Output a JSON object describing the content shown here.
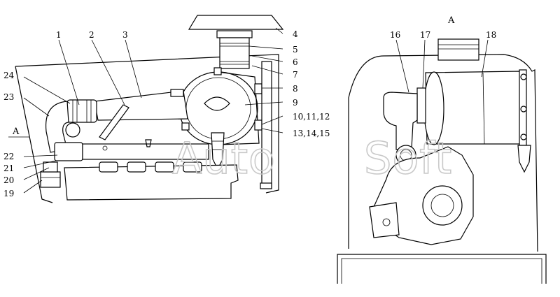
{
  "view_marks": {
    "left": "A",
    "right": "A"
  },
  "watermark": "AutoSoft",
  "callouts": [
    {
      "id": "c1",
      "text": "1"
    },
    {
      "id": "c2",
      "text": "2"
    },
    {
      "id": "c3",
      "text": "3"
    },
    {
      "id": "c4",
      "text": "4"
    },
    {
      "id": "c5",
      "text": "5"
    },
    {
      "id": "c6",
      "text": "6"
    },
    {
      "id": "c7",
      "text": "7"
    },
    {
      "id": "c8",
      "text": "8"
    },
    {
      "id": "c9",
      "text": "9"
    },
    {
      "id": "c10",
      "text": "10,11,12"
    },
    {
      "id": "c13",
      "text": "13,14,15"
    },
    {
      "id": "c16",
      "text": "16"
    },
    {
      "id": "c17",
      "text": "17"
    },
    {
      "id": "c18",
      "text": "18"
    },
    {
      "id": "c19",
      "text": "19"
    },
    {
      "id": "c20",
      "text": "20"
    },
    {
      "id": "c21",
      "text": "21"
    },
    {
      "id": "c22",
      "text": "22"
    },
    {
      "id": "c23",
      "text": "23"
    },
    {
      "id": "c24",
      "text": "24"
    }
  ]
}
